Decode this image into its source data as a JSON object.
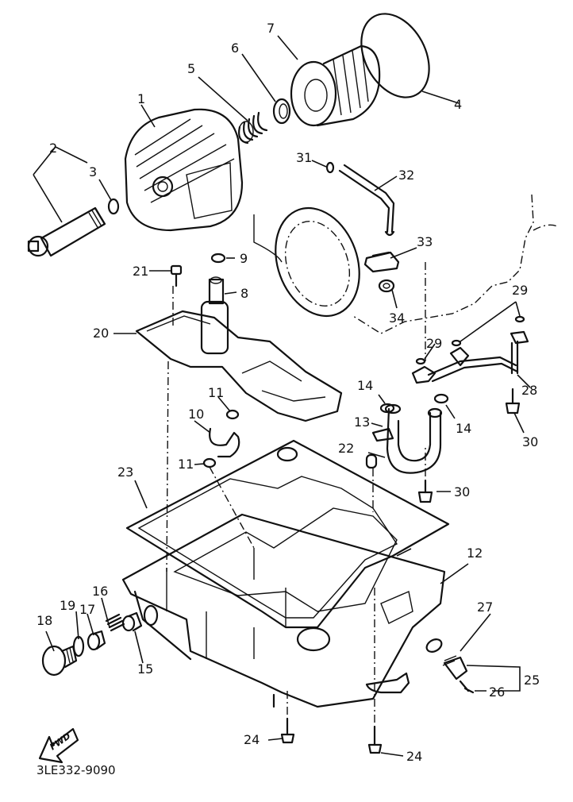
{
  "diagram": {
    "title_code": "3LE332-9090",
    "direction_marker": "FWD",
    "callouts": [
      {
        "id": "1",
        "label": "1",
        "part": "oil-filter-cover"
      },
      {
        "id": "2",
        "label": "2",
        "part": "oil-filter-bolt-assembly"
      },
      {
        "id": "3",
        "label": "3",
        "part": "o-ring"
      },
      {
        "id": "4",
        "label": "4",
        "part": "o-ring-large"
      },
      {
        "id": "5",
        "label": "5",
        "part": "spring"
      },
      {
        "id": "6",
        "label": "6",
        "part": "washer"
      },
      {
        "id": "7",
        "label": "7",
        "part": "oil-filter-element"
      },
      {
        "id": "8",
        "label": "8",
        "part": "strainer-pipe"
      },
      {
        "id": "9",
        "label": "9",
        "part": "o-ring"
      },
      {
        "id": "10",
        "label": "10",
        "part": "pipe"
      },
      {
        "id": "11a",
        "label": "11",
        "part": "o-ring"
      },
      {
        "id": "11b",
        "label": "11",
        "part": "o-ring"
      },
      {
        "id": "12",
        "label": "12",
        "part": "oil-pan"
      },
      {
        "id": "13",
        "label": "13",
        "part": "pipe"
      },
      {
        "id": "14a",
        "label": "14",
        "part": "o-ring"
      },
      {
        "id": "14b",
        "label": "14",
        "part": "o-ring"
      },
      {
        "id": "15",
        "label": "15",
        "part": "relief-valve"
      },
      {
        "id": "16",
        "label": "16",
        "part": "spring"
      },
      {
        "id": "17",
        "label": "17",
        "part": "valve"
      },
      {
        "id": "18",
        "label": "18",
        "part": "plug"
      },
      {
        "id": "19",
        "label": "19",
        "part": "o-ring"
      },
      {
        "id": "20",
        "label": "20",
        "part": "oil-strainer"
      },
      {
        "id": "21",
        "label": "21",
        "part": "bolt"
      },
      {
        "id": "22",
        "label": "22",
        "part": "dowel-pin"
      },
      {
        "id": "23",
        "label": "23",
        "part": "gasket"
      },
      {
        "id": "24a",
        "label": "24",
        "part": "bolt"
      },
      {
        "id": "24b",
        "label": "24",
        "part": "bolt"
      },
      {
        "id": "25",
        "label": "25",
        "part": "drain-plug-assembly"
      },
      {
        "id": "26",
        "label": "26",
        "part": "screw"
      },
      {
        "id": "27",
        "label": "27",
        "part": "gasket"
      },
      {
        "id": "28",
        "label": "28",
        "part": "oil-delivery-pipe"
      },
      {
        "id": "29a",
        "label": "29",
        "part": "o-ring"
      },
      {
        "id": "29b",
        "label": "29",
        "part": "o-ring"
      },
      {
        "id": "30a",
        "label": "30",
        "part": "bolt"
      },
      {
        "id": "30b",
        "label": "30",
        "part": "bolt"
      },
      {
        "id": "31",
        "label": "31",
        "part": "o-ring"
      },
      {
        "id": "32",
        "label": "32",
        "part": "pipe"
      },
      {
        "id": "33",
        "label": "33",
        "part": "damper"
      },
      {
        "id": "34",
        "label": "34",
        "part": "washer"
      }
    ]
  }
}
